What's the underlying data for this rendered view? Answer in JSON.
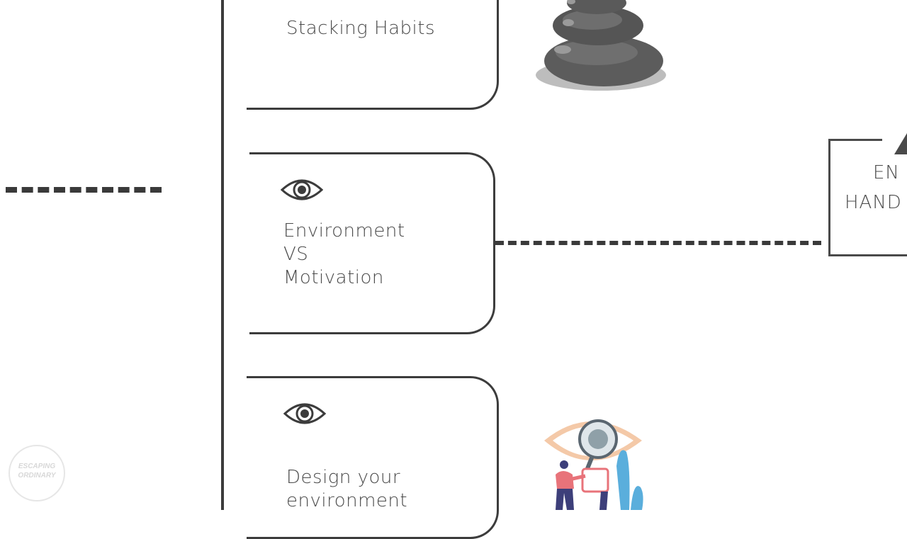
{
  "cards": [
    {
      "title": "Stacking Habits"
    },
    {
      "title": "Environment\nVS\nMotivation",
      "icon": "eye-icon"
    },
    {
      "title": "Design your\nenvironment",
      "icon": "eye-icon"
    }
  ],
  "right_box": {
    "line1": "EN",
    "line2": "HAND"
  },
  "watermark": {
    "text": "ESCAPING\nORDINARY"
  },
  "illustrations": [
    "stacked-stones-image",
    "person-with-magnifier-eye-image"
  ],
  "colors": {
    "stroke": "#3c3c3c",
    "text": "#4a4a4a",
    "stone": "#6e6e6e",
    "plant": "#5aaedc",
    "skin": "#f4c9a8",
    "person_shirt": "#e8737a",
    "person_pants": "#3d3f7a"
  }
}
